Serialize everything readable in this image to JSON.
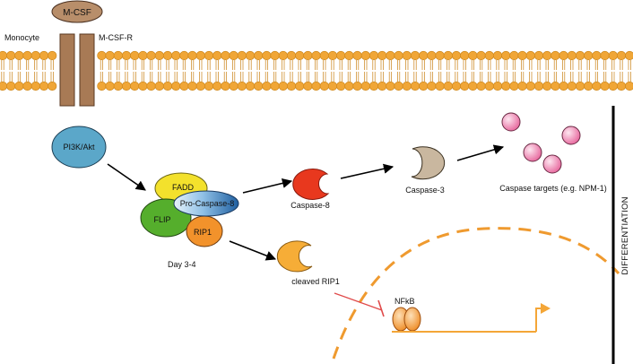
{
  "diagram": {
    "ligand": "M-CSF",
    "cell_label": "Monocyte",
    "receptor": "M-CSF-R",
    "pi3k": "PI3K/Akt",
    "fadd": "FADD",
    "pro_caspase8": "Pro-Caspase-8",
    "flip": "FLIP",
    "rip1": "RIP1",
    "day": "Day 3-4",
    "caspase8": "Caspase-8",
    "caspase3": "Caspase-3",
    "targets": "Caspase targets (e.g. NPM-1)",
    "cleaved_rip1": "cleaved RIP1",
    "nfkb": "NFkB",
    "differentiation": "DIFFERENTIATION"
  },
  "colors": {
    "membrane_bead": "#f0a637",
    "membrane_bead_outline": "#c98216",
    "receptor": "#a87a55",
    "ligand": "#b88e6a",
    "pi3k": "#5ba7c9",
    "fadd": "#f3e12c",
    "pro_caspase8_a": "#dfeef8",
    "pro_caspase8_b": "#2a6fb0",
    "flip": "#55ae2c",
    "rip1": "#f2922b",
    "caspase8": "#e8381e",
    "caspase3": "#c9b79f",
    "cleaved_rip1": "#f6ad37",
    "targets": "#f6b8d2",
    "nucleus_dash": "#ef9a2f",
    "inhibition": "#e04a4a",
    "nfkb": "#f39a3a",
    "promoter": "#f4a637"
  }
}
